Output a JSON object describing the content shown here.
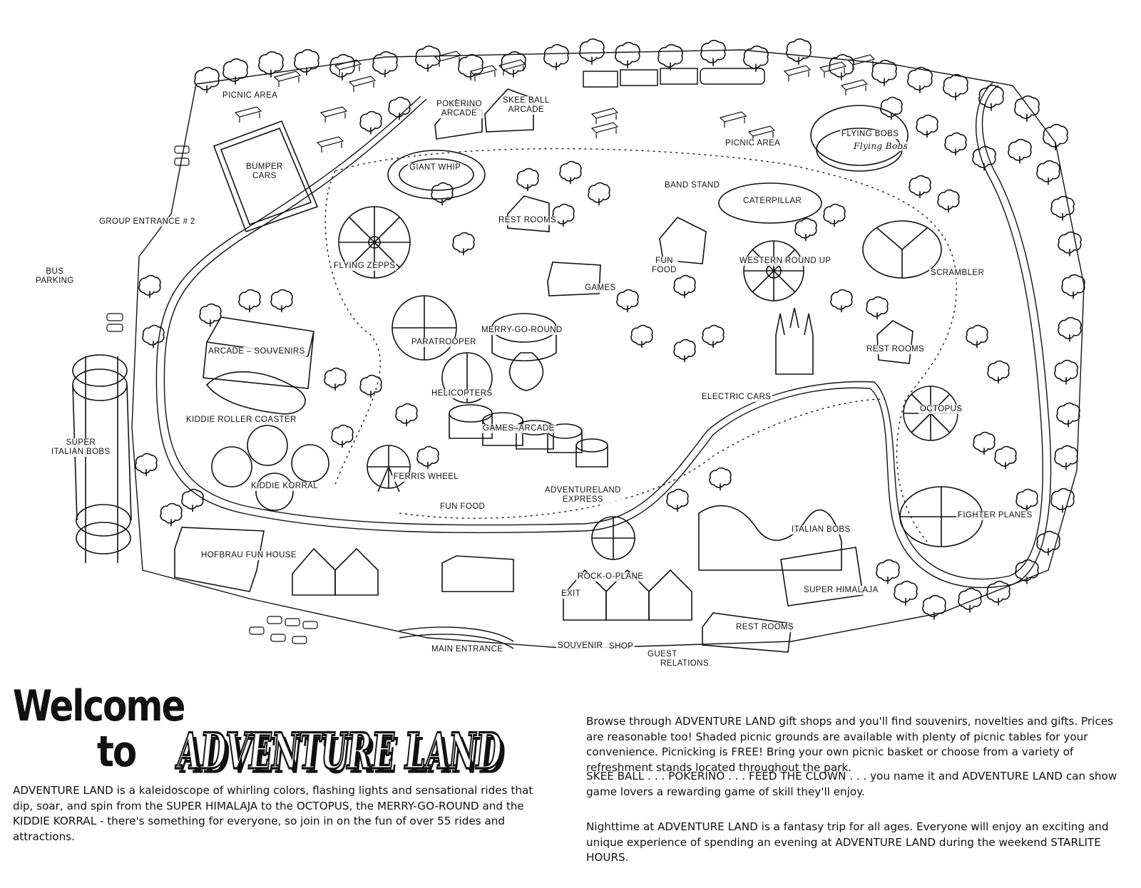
{
  "map": {
    "labels": {
      "picnic_area_west": "PICNIC AREA",
      "pokerino_arcade": [
        "POKERINO",
        "ARCADE"
      ],
      "skee_ball_arcade": [
        "SKEE BALL",
        "ARCADE"
      ],
      "flying_bobs": "FLYING BOBS",
      "flying_bobs_sign": "Flying Bobs",
      "picnic_area_east": "PICNIC AREA",
      "bumper_cars": [
        "BUMPER",
        "CARS"
      ],
      "giant_whip": "GIANT WHIP",
      "band_stand": "BAND STAND",
      "caterpillar": "CATERPILLAR",
      "group_entrance": "GROUP ENTRANCE # 2",
      "rest_rooms_north": "REST ROOMS",
      "bus_parking": [
        "BUS",
        "PARKING"
      ],
      "flying_zepps": "FLYING ZEPPS",
      "fun_food_north": [
        "FUN",
        "FOOD"
      ],
      "western_round_up": "WESTERN ROUND UP",
      "scrambler": "SCRAMBLER",
      "games": "GAMES",
      "merry_go_round": "MERRY-GO-ROUND",
      "paratrooper": "PARATROOPER",
      "arcade_souvenirs": "ARCADE – SOUVENIRS",
      "rest_rooms_east": "REST ROOMS",
      "helicopters": "HELICOPTERS",
      "electric_cars": "ELECTRIC CARS",
      "octopus": "OCTOPUS",
      "kiddie_roller_coaster": "KIDDIE ROLLER COASTER",
      "games_arcade": "GAMES–ARCADE",
      "super_italian_bobs": [
        "SUPER",
        "ITALIAN BOBS"
      ],
      "ferris_wheel": "FERRIS WHEEL",
      "kiddie_korral": "KIDDIE KORRAL",
      "adventureland_express": [
        "ADVENTURELAND",
        "EXPRESS"
      ],
      "fun_food_south": "FUN FOOD",
      "fighter_planes": "FIGHTER PLANES",
      "italian_bobs": "ITALIAN BOBS",
      "hofbrau_fun_house": "HOFBRAU FUN HOUSE",
      "rock_o_plane": "ROCK-O-PLANE",
      "exit": "EXIT",
      "super_himalaja": "SUPER HIMALAJA",
      "rest_rooms_south": "REST ROOMS",
      "main_entrance": "MAIN ENTRANCE",
      "souvenir_shop": [
        "SOUVENIR",
        "SHOP"
      ],
      "guest_relations": [
        "GUEST",
        "RELATIONS"
      ]
    }
  },
  "heading": {
    "welcome": "Welcome",
    "to": "to",
    "logo": "ADVENTURE LAND"
  },
  "body": {
    "p1": "ADVENTURE LAND is a kaleidoscope of whirling colors, flashing lights and sensational rides that dip, soar, and spin from the SUPER HIMALAJA to the OCTOPUS, the MERRY-GO-ROUND and the KIDDIE KORRAL - there's something for everyone, so join in on the fun of over 55 rides and attractions.",
    "p2": "Browse through ADVENTURE LAND gift shops and you'll find souvenirs, novelties and gifts. Prices are reasonable too! Shaded picnic grounds are available with plenty of picnic tables for your convenience. Picnicking is FREE! Bring your own picnic basket or choose from a variety of refreshment stands located throughout the park.",
    "p3": "SKEE BALL . . . POKERINO . . . FEED THE CLOWN . . . you name it and ADVENTURE LAND can show game lovers a rewarding game of skill they'll enjoy.",
    "p4": "Nighttime at ADVENTURE LAND is a fantasy trip for all ages. Everyone will enjoy an exciting and unique experience of spending an evening at ADVENTURE LAND during the weekend STARLITE HOURS."
  },
  "colors": {
    "ink": "#111111",
    "paper": "#ffffff"
  }
}
